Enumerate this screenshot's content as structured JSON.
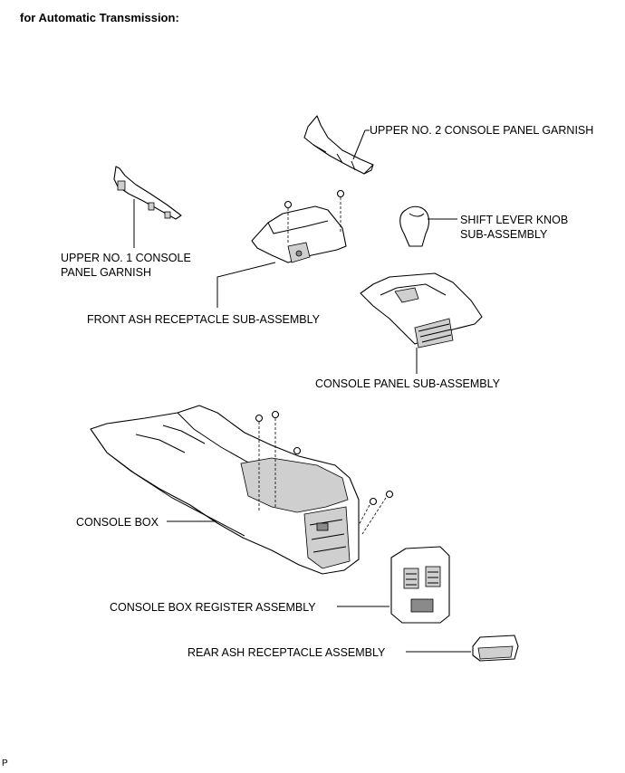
{
  "heading": "for Automatic Transmission:",
  "footer": "P",
  "labels": {
    "upper_no2_garnish": "UPPER NO. 2 CONSOLE PANEL GARNISH",
    "upper_no1_garnish_line1": "UPPER NO. 1 CONSOLE",
    "upper_no1_garnish_line2": "PANEL GARNISH",
    "shift_knob_line1": "SHIFT LEVER KNOB",
    "shift_knob_line2": "SUB-ASSEMBLY",
    "front_ash": "FRONT ASH RECEPTACLE SUB-ASSEMBLY",
    "console_panel": "CONSOLE PANEL SUB-ASSEMBLY",
    "console_box": "CONSOLE BOX",
    "register": "CONSOLE BOX REGISTER ASSEMBLY",
    "rear_ash": "REAR ASH RECEPTACLE ASSEMBLY"
  }
}
